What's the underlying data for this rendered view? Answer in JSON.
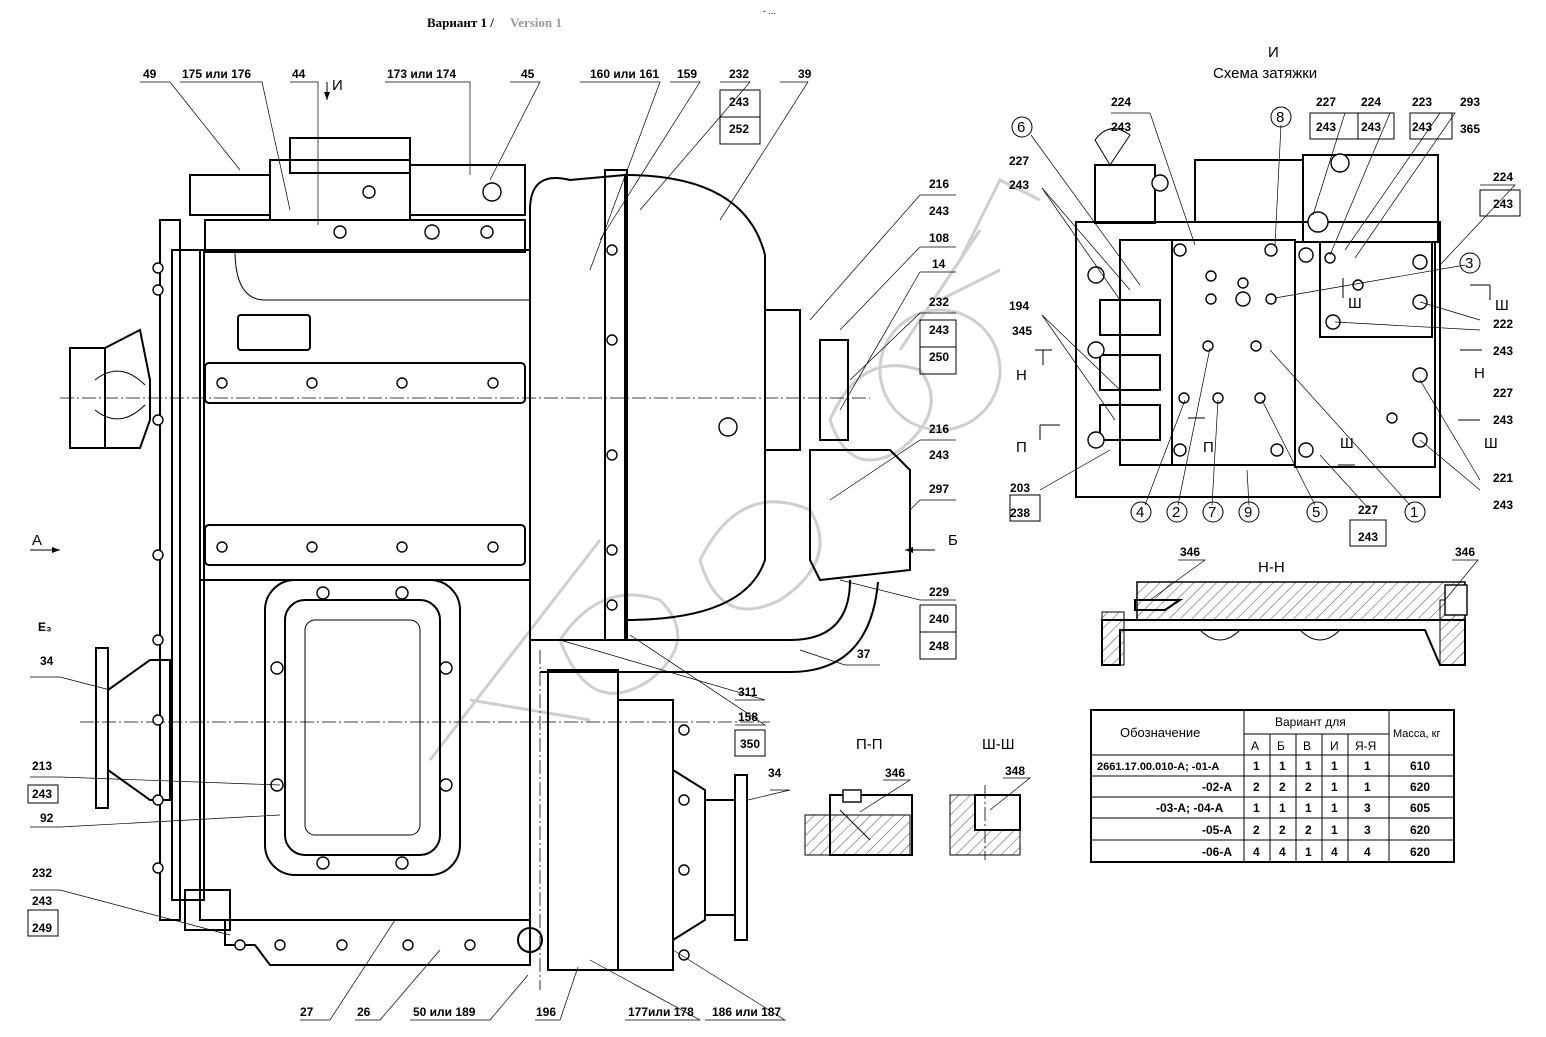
{
  "title": {
    "variant": "Вариант 1 / ",
    "version": "Version 1",
    "dots": "- ..."
  },
  "view_i": {
    "letter": "И",
    "caption": "Схема затяжки"
  },
  "arrows": {
    "a": "А",
    "b": "Б",
    "i_main": "И"
  },
  "e3": "Е₃",
  "main_labels": {
    "l49": "49",
    "l175": "175 или 176",
    "l44": "44",
    "l173": "173 или 174",
    "l45": "45",
    "l160": "160 или 161",
    "l159": "159",
    "l232a": "232",
    "l243a": "243",
    "l252": "252",
    "l39": "39",
    "l216a": "216",
    "l243b": "243",
    "l108": "108",
    "l14": "14",
    "l232b": "232",
    "l243c": "243",
    "l250": "250",
    "l216b": "216",
    "l243d": "243",
    "l297": "297",
    "l229": "229",
    "l240": "240",
    "l248": "248",
    "l37": "37",
    "l311": "311",
    "l158": "158",
    "l350": "350",
    "l34a": "34",
    "l213": "213",
    "l243e": "243",
    "l92": "92",
    "l232c": "232",
    "l243f": "243",
    "l249": "249",
    "l34b": "34",
    "l27": "27",
    "l26": "26",
    "l50": "50 или 189",
    "l196": "196",
    "l177": "177или 178",
    "l186": "186 или 187"
  },
  "view_labels": {
    "v224a": "224",
    "v243a": "243",
    "v227a": "227",
    "v243b": "243",
    "v224b": "224",
    "v243c": "243",
    "v223": "223",
    "v243d": "243",
    "v293": "293",
    "v365": "365",
    "v227b": "227",
    "v243e": "243",
    "v224c": "224",
    "v243f": "243",
    "v194": "194",
    "v345": "345",
    "v222": "222",
    "v243g": "243",
    "v227c": "227",
    "v243h": "243",
    "v221": "221",
    "v243i": "243",
    "v203": "203",
    "v238": "238",
    "v227d": "227",
    "v243j": "243",
    "c1": "1",
    "c2": "2",
    "c3": "3",
    "c4": "4",
    "c5": "5",
    "c6": "6",
    "c7": "7",
    "c8": "8",
    "c9": "9",
    "sec_n": "Н",
    "sec_p": "П",
    "sec_sh": "Ш"
  },
  "sections": {
    "nn": "Н-Н",
    "pp": "П-П",
    "shsh": "Ш-Ш",
    "l346a": "346",
    "l346b": "346",
    "l346c": "346",
    "l348": "348"
  },
  "table": {
    "col_designation": "Обозначение",
    "col_variant": "Вариант для",
    "col_mass": "Масса, кг",
    "variants": [
      "А",
      "Б",
      "В",
      "И",
      "Я-Я"
    ],
    "rows": [
      {
        "designation": "2661.17.00.010-А; -01-А",
        "values": [
          "1",
          "1",
          "1",
          "1",
          "1"
        ],
        "mass": "610"
      },
      {
        "designation": "-02-А",
        "values": [
          "2",
          "2",
          "2",
          "1",
          "1"
        ],
        "mass": "620"
      },
      {
        "designation": "-03-А; -04-А",
        "values": [
          "1",
          "1",
          "1",
          "1",
          "3"
        ],
        "mass": "605"
      },
      {
        "designation": "-05-А",
        "values": [
          "2",
          "2",
          "2",
          "1",
          "3"
        ],
        "mass": "620"
      },
      {
        "designation": "-06-А",
        "values": [
          "4",
          "4",
          "1",
          "4",
          "4"
        ],
        "mass": "620"
      }
    ]
  }
}
